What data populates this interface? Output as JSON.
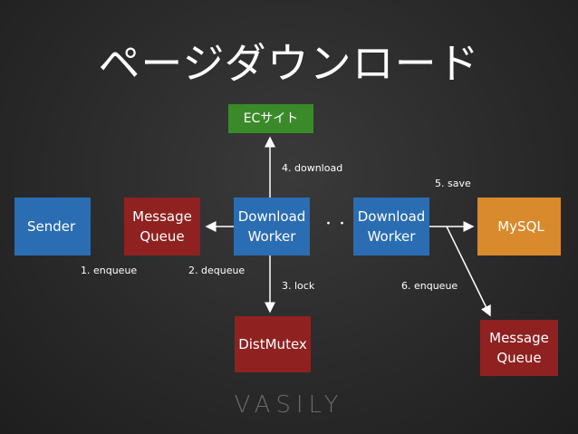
{
  "title": "ページダウンロード",
  "nodes": {
    "ec_site": "ECサイト",
    "sender": "Sender",
    "message_queue": "Message\nQueue",
    "download_worker_1": "Download\nWorker",
    "download_worker_2": "Download\nWorker",
    "mysql": "MySQL",
    "dist_mutex": "DistMutex",
    "message_queue_2": "Message\nQueue",
    "ellipsis": "・・・"
  },
  "edges": {
    "enqueue": "1. enqueue",
    "dequeue": "2. dequeue",
    "lock": "3. lock",
    "download": "4. download",
    "save": "5. save",
    "enqueue_2": "6. enqueue"
  },
  "logo": "VASILY",
  "colors": {
    "blue": "#2a6db3",
    "red": "#8f2220",
    "green": "#3a8a2a",
    "orange": "#d88a2c"
  }
}
